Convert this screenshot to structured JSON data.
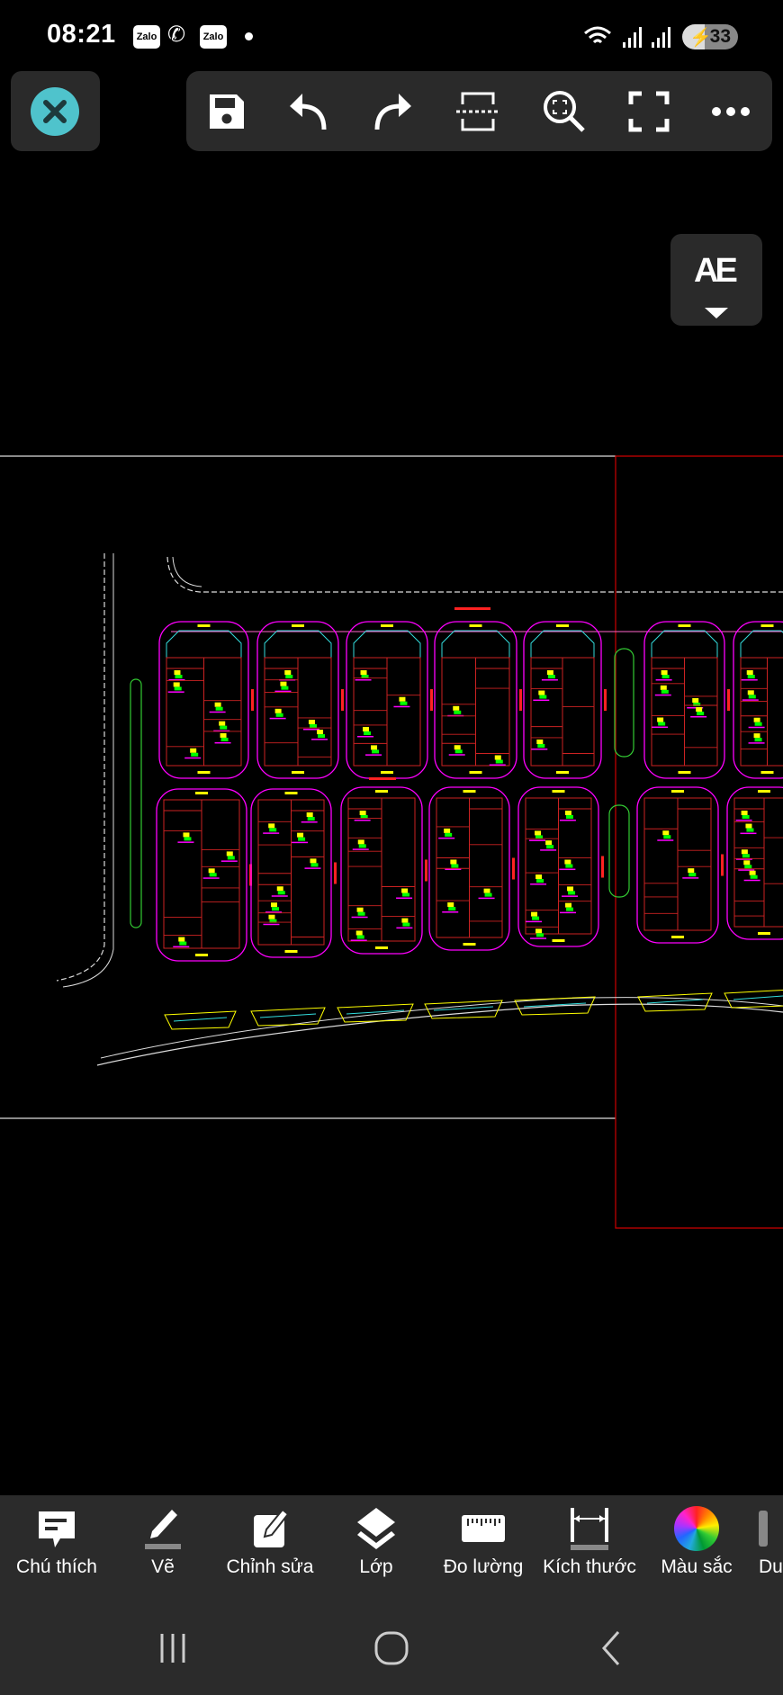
{
  "status_bar": {
    "time": "08:21",
    "notification_icons": [
      "Zalo",
      "missed-call-icon",
      "Zalo",
      "dot"
    ],
    "battery_level": "33"
  },
  "top_toolbar": {
    "close": "close-icon",
    "actions": [
      "save-icon",
      "undo-icon",
      "redo-icon",
      "split-view-icon",
      "zoom-extents-icon",
      "fullscreen-icon",
      "more-icon"
    ]
  },
  "text_style_button": {
    "label": "AE"
  },
  "drawing": {
    "background": "#000000",
    "colors": {
      "boundary": "#ff00ff",
      "lots": "#cc2222",
      "labels": "#ffff00",
      "markers": "#00ff00",
      "roads": "#ffffff",
      "islands": "#33cc33",
      "frame_red": "#cc0000",
      "cyan": "#33dddd"
    }
  },
  "bottom_toolbar": {
    "items": [
      {
        "label": "Chú thích",
        "icon": "comment-icon"
      },
      {
        "label": "Vẽ",
        "icon": "pencil-icon"
      },
      {
        "label": "Chỉnh sửa",
        "icon": "edit-icon"
      },
      {
        "label": "Lớp",
        "icon": "layers-icon"
      },
      {
        "label": "Đo lường",
        "icon": "ruler-icon"
      },
      {
        "label": "Kích thước",
        "icon": "dimension-icon"
      },
      {
        "label": "Màu sắc",
        "icon": "color-wheel-icon"
      },
      {
        "label": "Du",
        "icon": "more-tool-icon"
      }
    ]
  },
  "nav_bar": [
    "recent-apps-icon",
    "home-icon",
    "back-icon"
  ]
}
